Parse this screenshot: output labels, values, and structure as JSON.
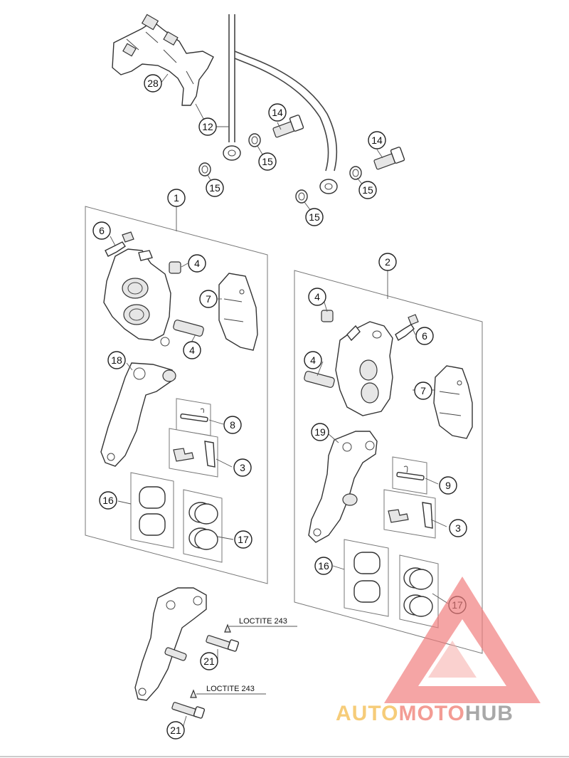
{
  "callouts": [
    {
      "id": "c28",
      "label": "28"
    },
    {
      "id": "c12",
      "label": "12"
    },
    {
      "id": "c14a",
      "label": "14"
    },
    {
      "id": "c14b",
      "label": "14"
    },
    {
      "id": "c15a",
      "label": "15"
    },
    {
      "id": "c15b",
      "label": "15"
    },
    {
      "id": "c15c",
      "label": "15"
    },
    {
      "id": "c15d",
      "label": "15"
    },
    {
      "id": "c1",
      "label": "1"
    },
    {
      "id": "c6a",
      "label": "6"
    },
    {
      "id": "c4a",
      "label": "4"
    },
    {
      "id": "c7a",
      "label": "7"
    },
    {
      "id": "c4b",
      "label": "4"
    },
    {
      "id": "c18",
      "label": "18"
    },
    {
      "id": "c8",
      "label": "8"
    },
    {
      "id": "c3a",
      "label": "3"
    },
    {
      "id": "c16a",
      "label": "16"
    },
    {
      "id": "c17a",
      "label": "17"
    },
    {
      "id": "c2",
      "label": "2"
    },
    {
      "id": "c4c",
      "label": "4"
    },
    {
      "id": "c6b",
      "label": "6"
    },
    {
      "id": "c4d",
      "label": "4"
    },
    {
      "id": "c7b",
      "label": "7"
    },
    {
      "id": "c19",
      "label": "19"
    },
    {
      "id": "c9",
      "label": "9"
    },
    {
      "id": "c3b",
      "label": "3"
    },
    {
      "id": "c16b",
      "label": "16"
    },
    {
      "id": "c17b",
      "label": "17"
    },
    {
      "id": "c21a",
      "label": "21"
    },
    {
      "id": "c21b",
      "label": "21"
    }
  ],
  "notes": {
    "loctite_upper": "LOCTITE 243",
    "loctite_lower": "LOCTITE 243"
  },
  "watermark": {
    "part1": "AUTO",
    "part2": "MOTO",
    "part3": "HUB",
    "color_auto": "#f5c462",
    "color_moto": "#f28b82",
    "color_hub": "#9a9a9a",
    "triangle_color": "#f07c7c"
  }
}
